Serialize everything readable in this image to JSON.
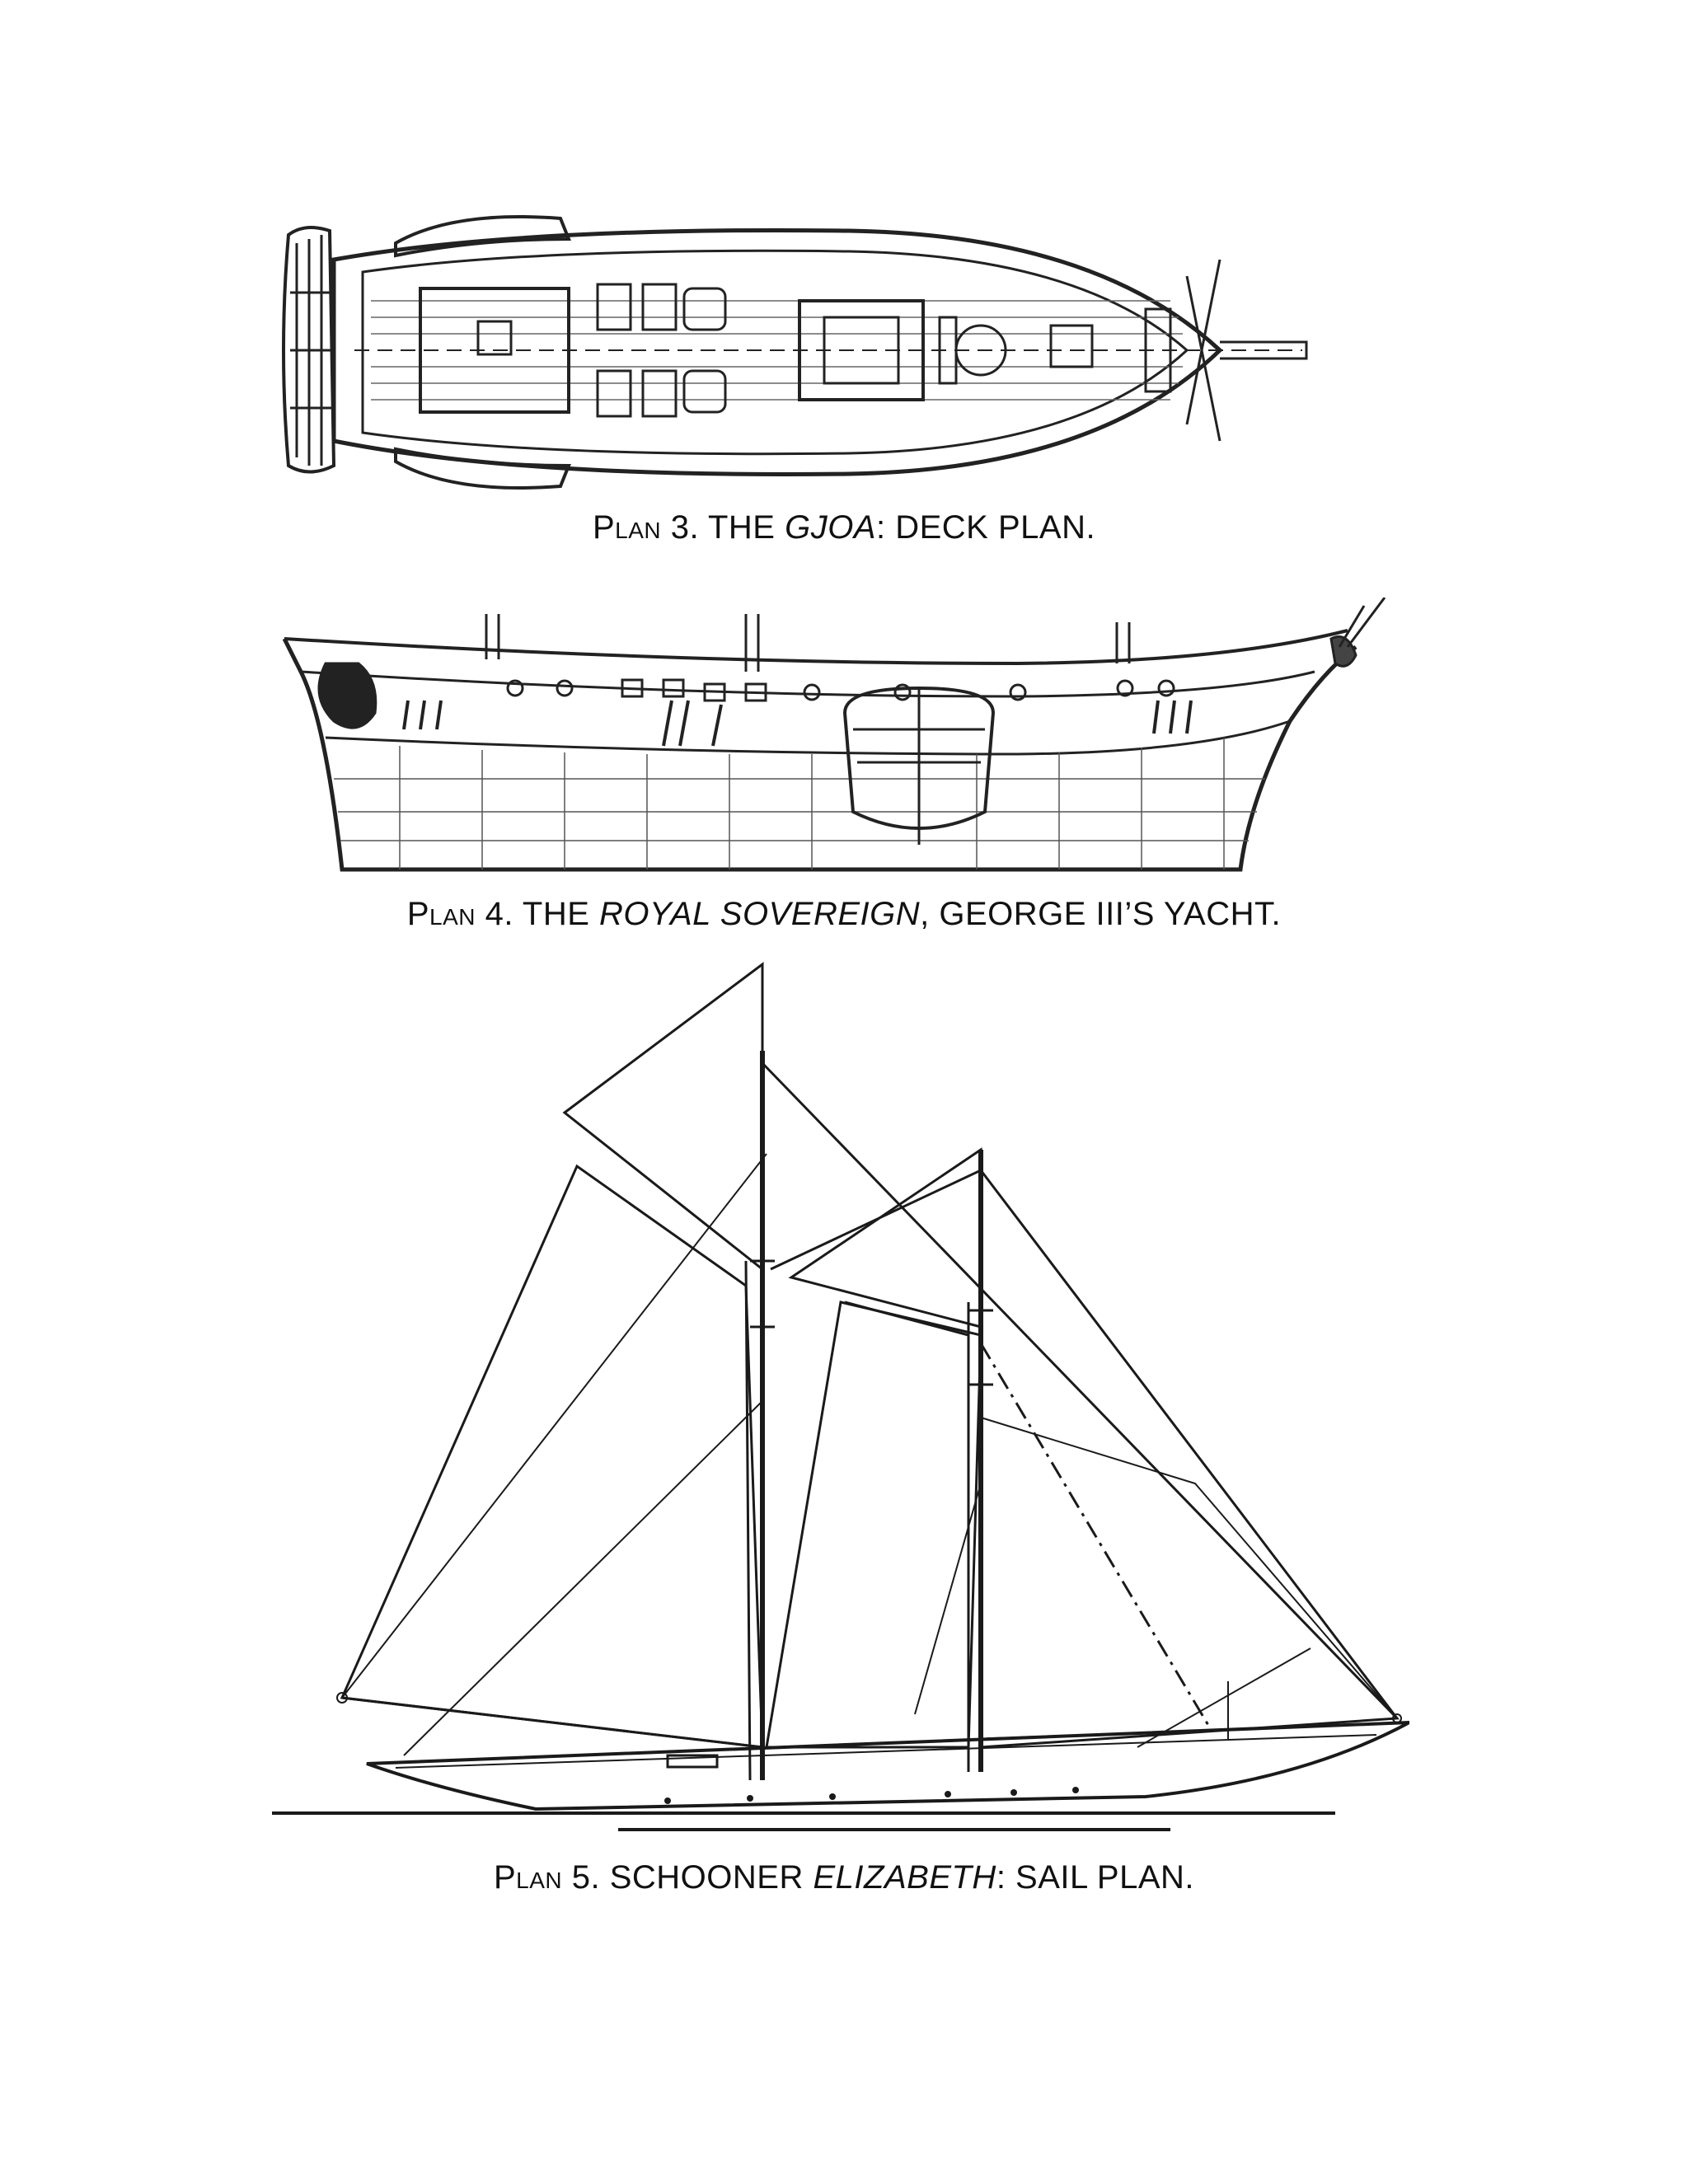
{
  "figures": [
    {
      "caption_sc": "Plan",
      "caption_num": " 3. THE ",
      "caption_italic": "GJOA",
      "caption_rest": ": DECK PLAN."
    },
    {
      "caption_sc": "Plan",
      "caption_num": " 4. THE ",
      "caption_italic": "ROYAL SOVEREIGN",
      "caption_rest": ", GEORGE III’S YACHT."
    },
    {
      "caption_sc": "Plan",
      "caption_num": " 5. SCHOONER ",
      "caption_italic": "ELIZABETH",
      "caption_rest": ": SAIL PLAN."
    }
  ]
}
